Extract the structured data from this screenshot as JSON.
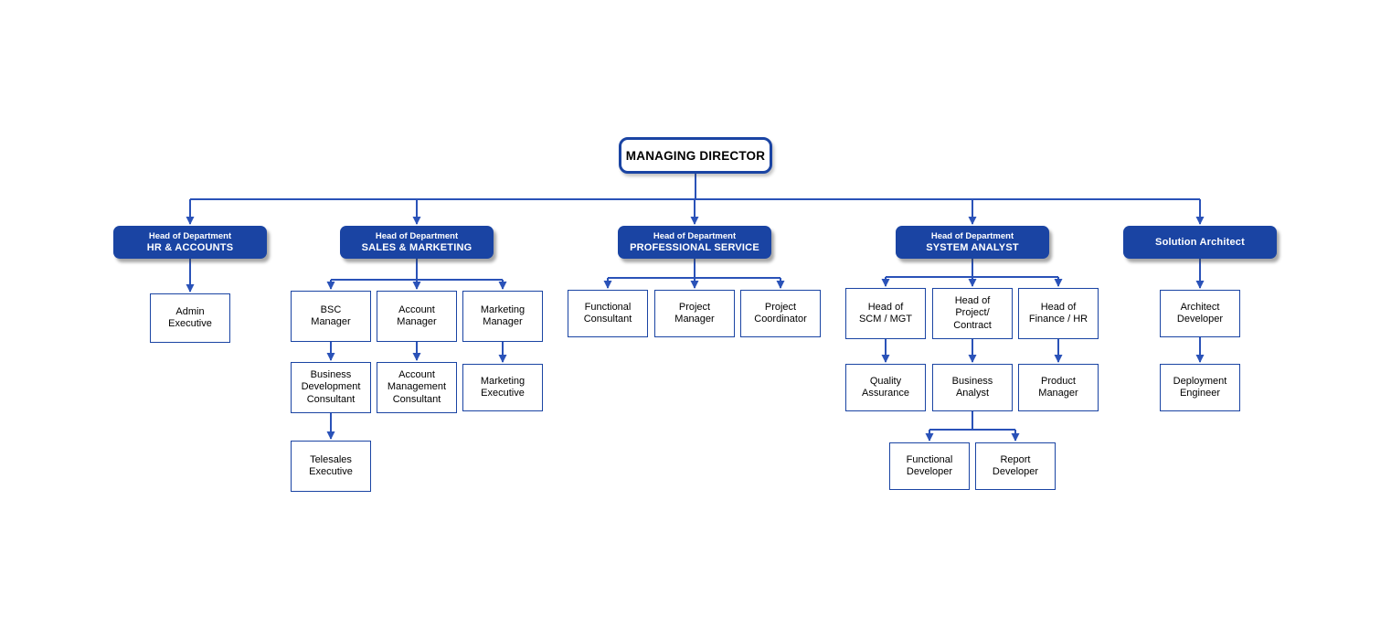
{
  "root": {
    "label": "MANAGING DIRECTOR"
  },
  "branches": [
    {
      "head": [
        "Head of Department",
        "HR & ACCOUNTS"
      ],
      "nodes": [
        {
          "label": [
            "Admin",
            "Executive"
          ]
        }
      ]
    },
    {
      "head": [
        "Head of Department",
        "SALES & MARKETING"
      ],
      "nodes": [
        {
          "label": [
            "BSC",
            "Manager"
          ]
        },
        {
          "label": [
            "Account",
            "Manager"
          ]
        },
        {
          "label": [
            "Marketing",
            "Manager"
          ]
        },
        {
          "label": [
            "Business",
            "Development",
            "Consultant"
          ]
        },
        {
          "label": [
            "Account",
            "Management",
            "Consultant"
          ]
        },
        {
          "label": [
            "Marketing",
            "Executive"
          ]
        },
        {
          "label": [
            "Telesales",
            "Executive"
          ]
        }
      ]
    },
    {
      "head": [
        "Head of Department",
        "PROFESSIONAL SERVICE"
      ],
      "nodes": [
        {
          "label": [
            "Functional",
            "Consultant"
          ]
        },
        {
          "label": [
            "Project",
            "Manager"
          ]
        },
        {
          "label": [
            "Project",
            "Coordinator"
          ]
        }
      ]
    },
    {
      "head": [
        "Head of Department",
        "SYSTEM ANALYST"
      ],
      "nodes": [
        {
          "label": [
            "Head of",
            "SCM / MGT"
          ]
        },
        {
          "label": [
            "Head of",
            "Project/",
            "Contract"
          ]
        },
        {
          "label": [
            "Head of",
            "Finance / HR"
          ]
        },
        {
          "label": [
            "Quality",
            "Assurance"
          ]
        },
        {
          "label": [
            "Business",
            "Analyst"
          ]
        },
        {
          "label": [
            "Product",
            "Manager"
          ]
        },
        {
          "label": [
            "Functional",
            "Developer"
          ]
        },
        {
          "label": [
            "Report",
            "Developer"
          ]
        }
      ]
    },
    {
      "head": [
        "Solution Architect"
      ],
      "nodes": [
        {
          "label": [
            "Architect",
            "Developer"
          ]
        },
        {
          "label": [
            "Deployment",
            "Engineer"
          ]
        }
      ]
    }
  ],
  "colors": {
    "primary_blue": "#1a44a3",
    "line_blue": "#2a52b8",
    "box_background": "#ffffff",
    "text_black": "#000000",
    "header_text_white": "#ffffff"
  }
}
